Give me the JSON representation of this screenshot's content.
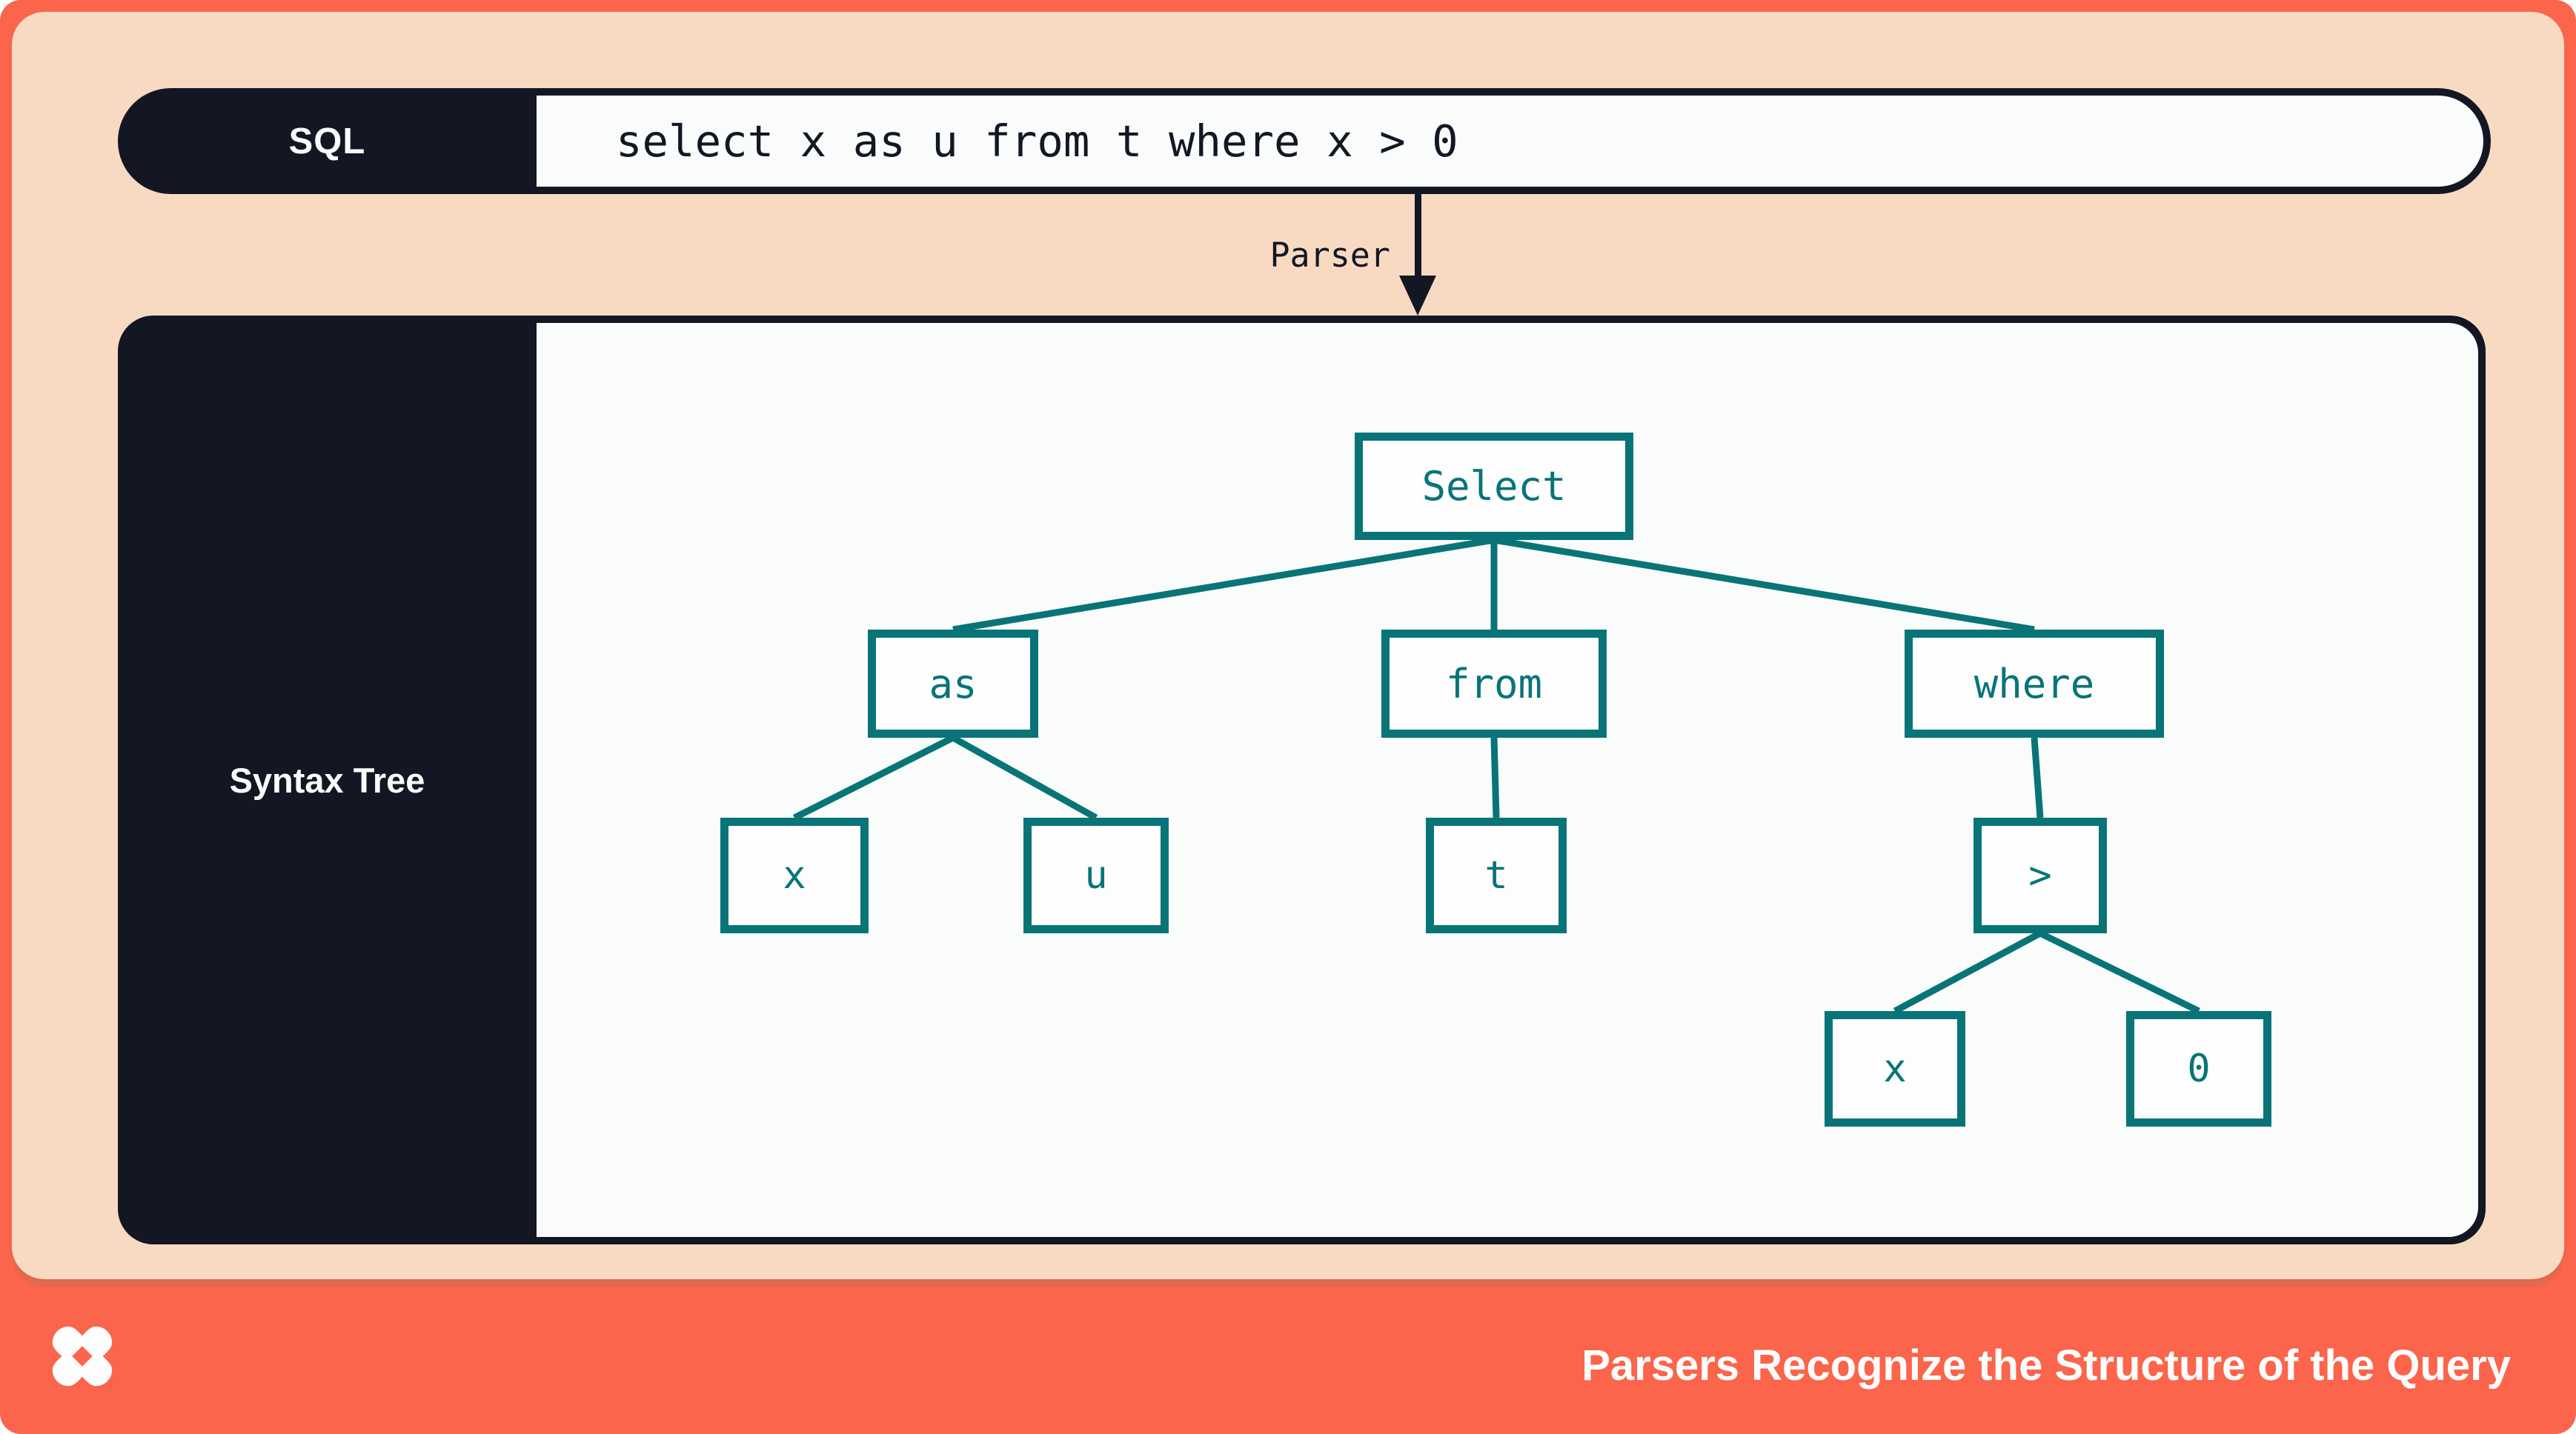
{
  "sql_bar": {
    "label": "SQL",
    "query": "select x as u from t where x > 0"
  },
  "parser_arrow": {
    "label": "Parser"
  },
  "syntax_tree": {
    "panel_label": "Syntax Tree",
    "nodes": [
      {
        "id": "select",
        "label": "Select",
        "children": [
          "as",
          "from",
          "where"
        ]
      },
      {
        "id": "as",
        "label": "as",
        "children": [
          "x1",
          "u"
        ]
      },
      {
        "id": "from",
        "label": "from",
        "children": [
          "t"
        ]
      },
      {
        "id": "where",
        "label": "where",
        "children": [
          "gt"
        ]
      },
      {
        "id": "x1",
        "label": "x",
        "children": []
      },
      {
        "id": "u",
        "label": "u",
        "children": []
      },
      {
        "id": "t",
        "label": "t",
        "children": []
      },
      {
        "id": "gt",
        "label": ">",
        "children": [
          "x2",
          "zero"
        ]
      },
      {
        "id": "x2",
        "label": "x",
        "children": []
      },
      {
        "id": "zero",
        "label": "0",
        "children": []
      }
    ],
    "edges": [
      [
        "select",
        "as"
      ],
      [
        "select",
        "from"
      ],
      [
        "select",
        "where"
      ],
      [
        "as",
        "x1"
      ],
      [
        "as",
        "u"
      ],
      [
        "from",
        "t"
      ],
      [
        "where",
        "gt"
      ],
      [
        "gt",
        "x2"
      ],
      [
        "gt",
        "zero"
      ]
    ]
  },
  "footer": {
    "title": "Parsers Recognize the Structure of the Query",
    "logo": "dbt-pinwheel-logo"
  },
  "colors": {
    "coral": "#fa654b",
    "coral_shadow": "#e1694e",
    "peach": "#f8dac3",
    "navy": "#131723",
    "teal": "#087478",
    "offwhite": "#fafbfb"
  }
}
